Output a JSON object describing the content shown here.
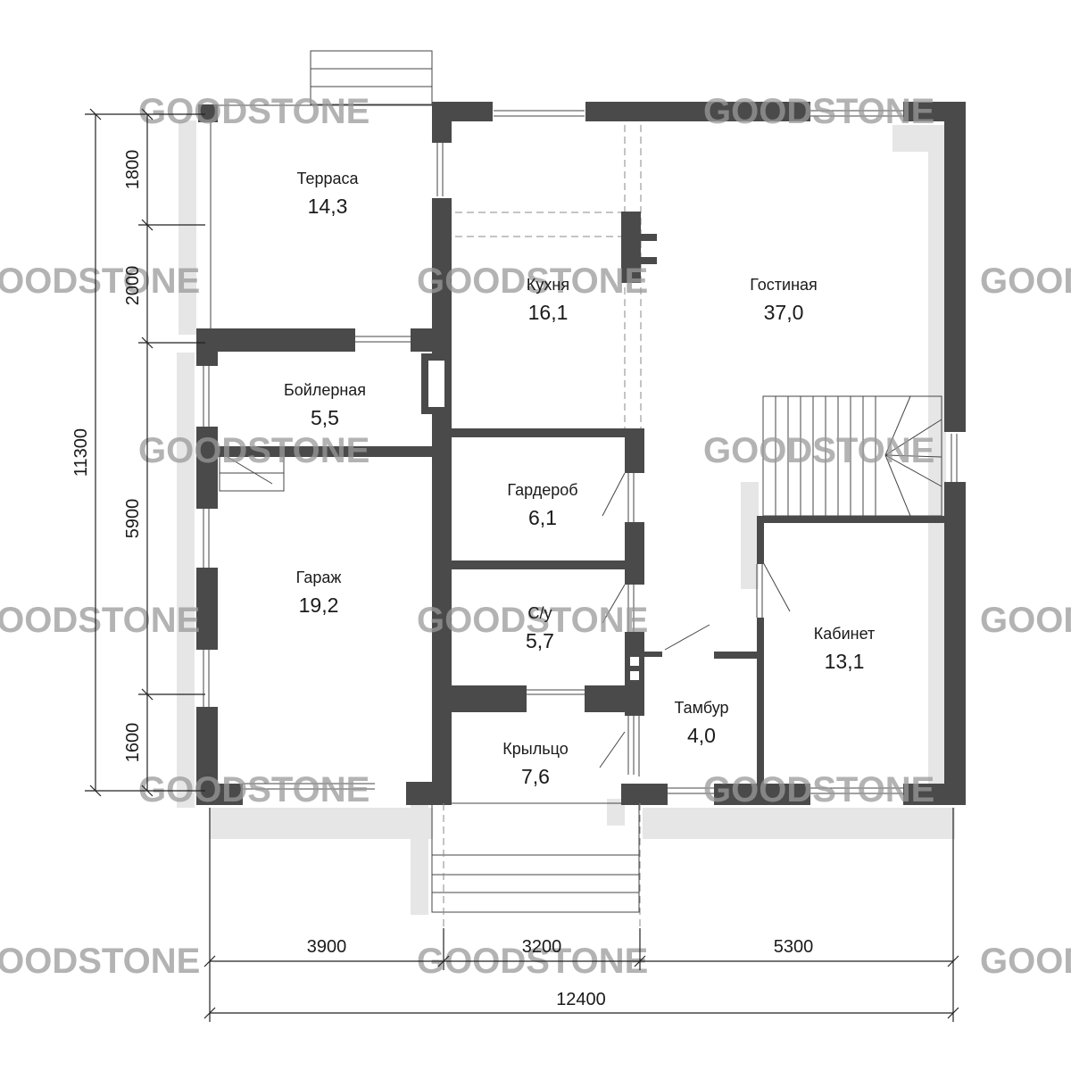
{
  "watermark": "GOODSTONE",
  "rooms": [
    {
      "name": "Терраса",
      "area": "14,3"
    },
    {
      "name": "Кухня",
      "area": "16,1"
    },
    {
      "name": "Гостиная",
      "area": "37,0"
    },
    {
      "name": "Бойлерная",
      "area": "5,5"
    },
    {
      "name": "Гардероб",
      "area": "6,1"
    },
    {
      "name": "С/у",
      "area": "5,7"
    },
    {
      "name": "Гараж",
      "area": "19,2"
    },
    {
      "name": "Кабинет",
      "area": "13,1"
    },
    {
      "name": "Тамбур",
      "area": "4,0"
    },
    {
      "name": "Крыльцо",
      "area": "7,6"
    }
  ],
  "dimensions": {
    "left_segments": [
      "1800",
      "2000",
      "5900",
      "1600"
    ],
    "left_total": "11300",
    "bottom_segments": [
      "3900",
      "3200",
      "5300"
    ],
    "bottom_total": "12400"
  },
  "colors": {
    "wall": "#4a4a4a",
    "shadow": "#e6e6e6",
    "watermark": "#9a9a9a"
  }
}
